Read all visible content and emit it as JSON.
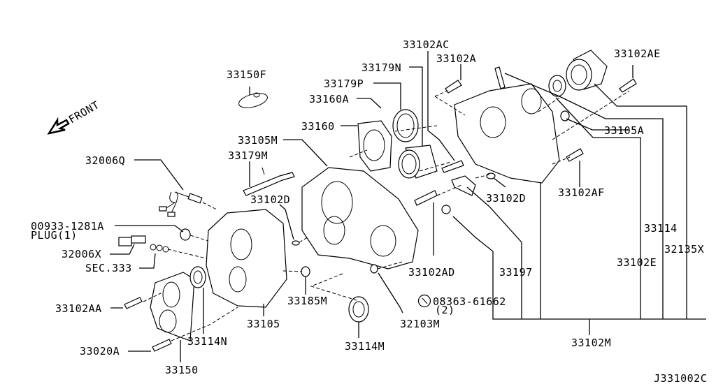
{
  "diagram": {
    "front_label": "FRONT",
    "diagram_code": "J331002C",
    "labels": {
      "p33150F": "33150F",
      "p32006Q": "32006Q",
      "p00933": "00933-1281A",
      "plug": "PLUG(1)",
      "p32006X": "32006X",
      "sec333": "SEC.333",
      "p33102AA": "33102AA",
      "p33020A": "33020A",
      "p33150": "33150",
      "p33114N": "33114N",
      "p33105": "33105",
      "p33185M": "33185M",
      "p33114M": "33114M",
      "p32103M": "32103M",
      "p33179M": "33179M",
      "p33105M": "33105M",
      "p33160": "33160",
      "p33160A": "33160A",
      "p33179P": "33179P",
      "p33179N": "33179N",
      "p33102AC": "33102AC",
      "p33102A": "33102A",
      "p33102AE": "33102AE",
      "p33105A": "33105A",
      "p33102D_left": "33102D",
      "p33102D_right": "33102D",
      "p33102AF": "33102AF",
      "p33102AD": "33102AD",
      "p33197": "33197",
      "p08363": "08363-61662",
      "qty2": "(2)",
      "p33114": "33114",
      "p33102E": "33102E",
      "p32135X": "32135X",
      "p33102M": "33102M"
    }
  }
}
